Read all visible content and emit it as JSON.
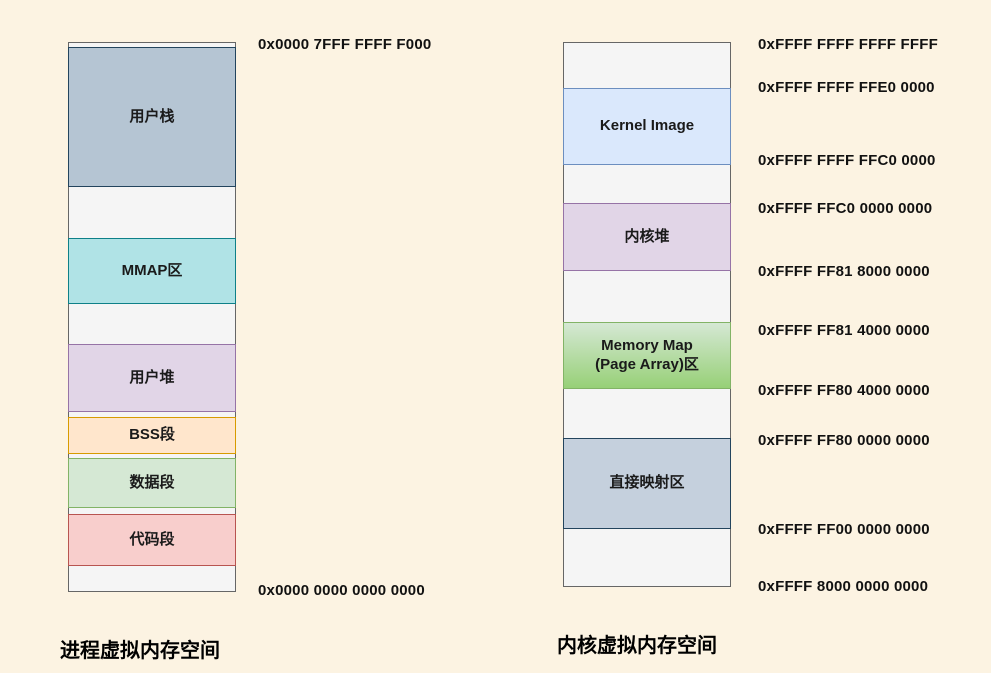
{
  "canvas": {
    "background": "#FCF3E2"
  },
  "containers": {
    "fill": "#F5F5F5",
    "border": "#666666"
  },
  "process_space": {
    "title": "进程虚拟内存空间",
    "top_address": "0x0000 7FFF FFFF F000",
    "bottom_address": "0x0000 0000 0000 0000",
    "segments": [
      {
        "label": "用户栈",
        "fill": "#B5C5D3",
        "border": "#23445D"
      },
      {
        "label": "MMAP区",
        "fill": "#B0E3E6",
        "border": "#0E8088"
      },
      {
        "label": "用户堆",
        "fill": "#E1D5E7",
        "border": "#9673A6"
      },
      {
        "label": "BSS段",
        "fill": "#FFE6CC",
        "border": "#D79B00"
      },
      {
        "label": "数据段",
        "fill": "#D5E8D4",
        "border": "#82B366"
      },
      {
        "label": "代码段",
        "fill": "#F8CECC",
        "border": "#B85450"
      }
    ]
  },
  "kernel_space": {
    "title": "内核虚拟内存空间",
    "segments": [
      {
        "label": "Kernel Image",
        "fill": "#DAE8FC",
        "border": "#6C8EBF"
      },
      {
        "label": "内核堆",
        "fill": "#E1D5E7",
        "border": "#9673A6"
      },
      {
        "label": "Memory Map\n(Page Array)区",
        "fill": "linear-gradient(180deg,#D5E8D4,#97D077)",
        "border": "#82B366"
      },
      {
        "label": "直接映射区",
        "fill": "#C5D0DD",
        "border": "#23445D"
      }
    ],
    "addresses": [
      "0xFFFF FFFF FFFF FFFF",
      "0xFFFF FFFF FFE0 0000",
      "0xFFFF FFFF FFC0 0000",
      "0xFFFF FFC0 0000 0000",
      "0xFFFF FF81 8000 0000",
      "0xFFFF FF81 4000 0000",
      "0xFFFF FF80 4000 0000",
      "0xFFFF FF80 0000 0000",
      "0xFFFF FF00 0000 0000",
      "0xFFFF 8000 0000 0000"
    ]
  }
}
